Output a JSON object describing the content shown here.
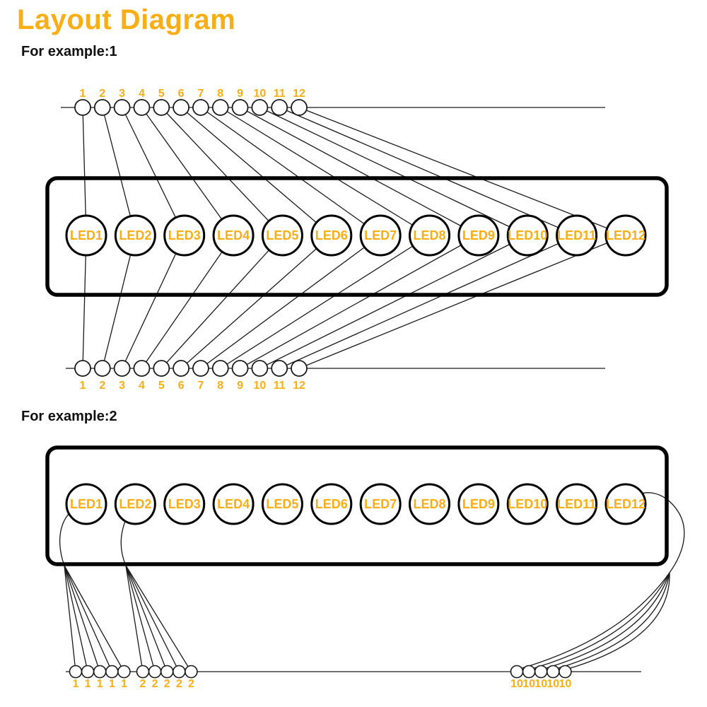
{
  "title": "Layout Diagram",
  "accent_color": "#F9AE16",
  "line_color": "#1A1A1A",
  "box_color": "#000000",
  "example1": {
    "label": "For example:1",
    "top_pins": [
      "1",
      "2",
      "3",
      "4",
      "5",
      "6",
      "7",
      "8",
      "9",
      "10",
      "11",
      "12"
    ],
    "leds": [
      "LED1",
      "LED2",
      "LED3",
      "LED4",
      "LED5",
      "LED6",
      "LED7",
      "LED8",
      "LED9",
      "LED10",
      "LED11",
      "LED12"
    ],
    "bottom_pins": [
      "1",
      "2",
      "3",
      "4",
      "5",
      "6",
      "7",
      "8",
      "9",
      "10",
      "11",
      "12"
    ]
  },
  "example2": {
    "label": "For example:2",
    "leds": [
      "LED1",
      "LED2",
      "LED3",
      "LED4",
      "LED5",
      "LED6",
      "LED7",
      "LED8",
      "LED9",
      "LED10",
      "LED11",
      "LED12"
    ],
    "groups": [
      {
        "source_led": "LED1",
        "pin_labels": [
          "1",
          "1",
          "1",
          "1",
          "1"
        ]
      },
      {
        "source_led": "LED2",
        "pin_labels": [
          "2",
          "2",
          "2",
          "2",
          "2"
        ]
      },
      {
        "source_led": "LED12",
        "pin_labels": [
          "10",
          "10",
          "10",
          "10",
          "10"
        ]
      }
    ]
  }
}
